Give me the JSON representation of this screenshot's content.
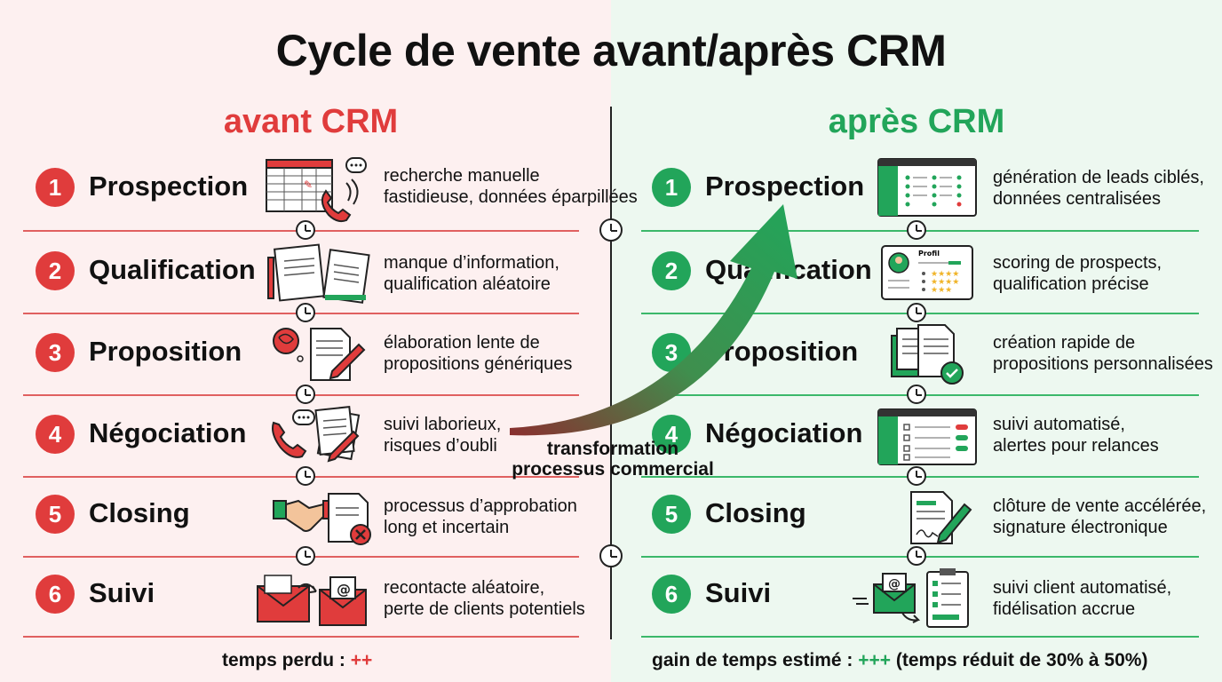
{
  "title": "Cycle de vente avant/après CRM",
  "before": {
    "heading": "avant CRM",
    "rows": [
      {
        "num": "1",
        "stage": "Prospection",
        "desc": [
          "recherche manuelle",
          "fastidieuse, données éparpillées"
        ]
      },
      {
        "num": "2",
        "stage": "Qualification",
        "desc": [
          "manque d’information,",
          "qualification aléatoire"
        ]
      },
      {
        "num": "3",
        "stage": "Proposition",
        "desc": [
          "élaboration lente de",
          "propositions génériques"
        ]
      },
      {
        "num": "4",
        "stage": "Négociation",
        "desc": [
          "suivi laborieux,",
          "risques d’oubli"
        ]
      },
      {
        "num": "5",
        "stage": "Closing",
        "desc": [
          "processus d’approbation",
          "long et incertain"
        ]
      },
      {
        "num": "6",
        "stage": "Suivi",
        "desc": [
          "recontacte aléatoire,",
          "perte de clients potentiels"
        ]
      }
    ],
    "footer": {
      "text": "temps perdu : ",
      "accent": "++"
    }
  },
  "after": {
    "heading": "après CRM",
    "rows": [
      {
        "num": "1",
        "stage": "Prospection",
        "desc": [
          "génération de leads ciblés,",
          "données centralisées"
        ]
      },
      {
        "num": "2",
        "stage": "Qualification",
        "desc": [
          "scoring de prospects,",
          "qualification précise"
        ]
      },
      {
        "num": "3",
        "stage": "Proposition",
        "desc": [
          "création rapide de",
          "propositions personnalisées"
        ]
      },
      {
        "num": "4",
        "stage": "Négociation",
        "desc": [
          "suivi automatisé,",
          "alertes pour relances"
        ]
      },
      {
        "num": "5",
        "stage": "Closing",
        "desc": [
          "clôture de vente accélérée,",
          "signature électronique"
        ]
      },
      {
        "num": "6",
        "stage": "Suivi",
        "desc": [
          "suivi client automatisé,",
          "fidélisation accrue"
        ]
      }
    ],
    "footer": {
      "text": "gain de temps estimé : ",
      "accent": "+++",
      "suffix": " (temps réduit de 30% à 50%)"
    }
  },
  "transformation": [
    "transformation",
    "processus commercial"
  ],
  "icon_card_text": "Profil",
  "colors": {
    "red": "#e03c3c",
    "green": "#22a55a",
    "bg_left": "#fdf0f0",
    "bg_right": "#edf8f0"
  },
  "icons_before": [
    "spreadsheet-phone-icon",
    "notebook-icon",
    "document-pen-icon",
    "phone-documents-icon",
    "handshake-contract-icon",
    "envelope-icon"
  ],
  "icons_after": [
    "dashboard-icon",
    "profile-scoring-icon",
    "document-check-icon",
    "automation-dashboard-icon",
    "contract-signature-icon",
    "email-checklist-icon"
  ]
}
